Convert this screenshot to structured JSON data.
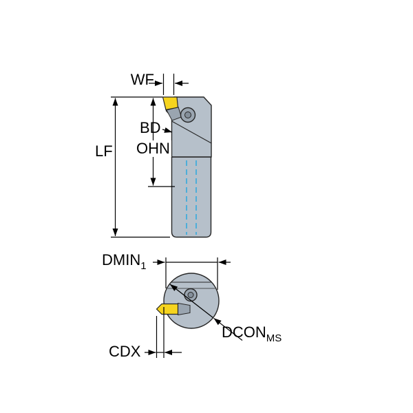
{
  "diagram": {
    "colors": {
      "body": "#b6c0ca",
      "body_dark": "#9aa5b0",
      "screw": "#848f9a",
      "insert": "#f6d41e",
      "centerline": "#2aa7de",
      "outline": "#262626",
      "dimension": "#000000"
    },
    "side_view": {
      "labels": {
        "wf": "WF",
        "bd": "BD",
        "ohn": "OHN",
        "lf": "LF"
      }
    },
    "end_view": {
      "labels": {
        "dmin": {
          "text": "DMIN",
          "sub": "1"
        },
        "cdx": "CDX",
        "dcon": {
          "text": "DCON",
          "sub": "MS"
        }
      }
    }
  }
}
